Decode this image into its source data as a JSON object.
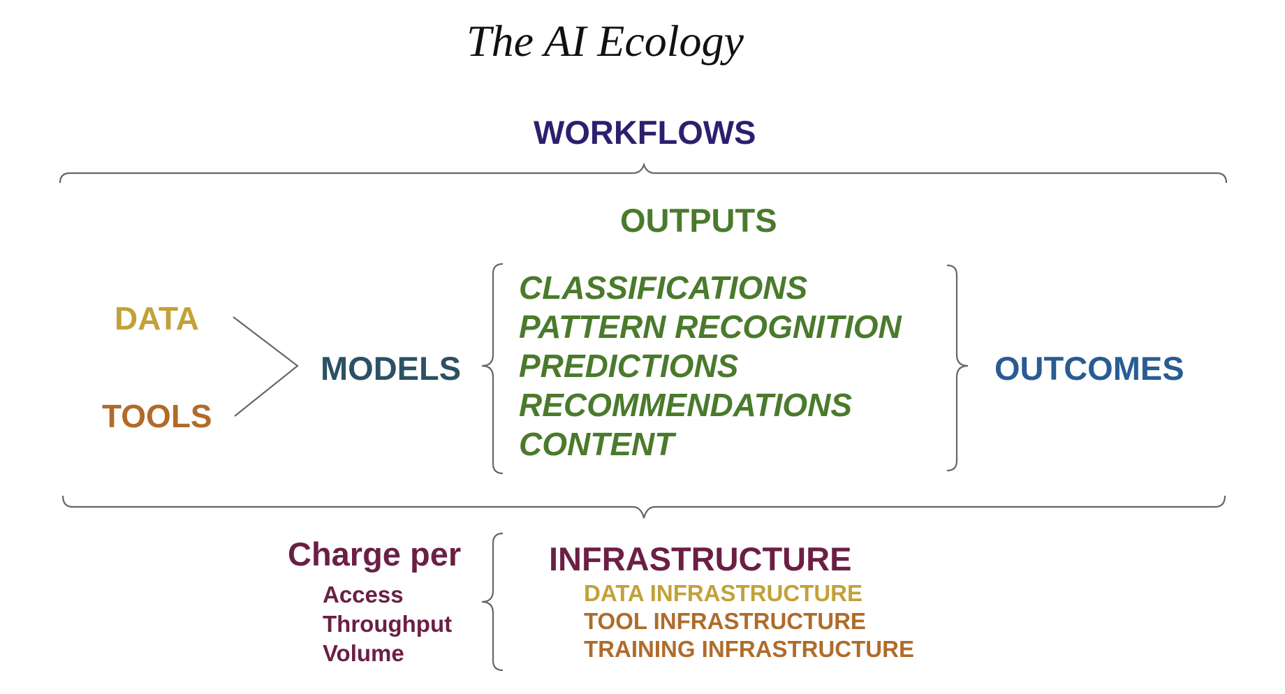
{
  "title": "The AI Ecology",
  "workflows": "WORKFLOWS",
  "outputs": {
    "heading": "OUTPUTS",
    "items": [
      "CLASSIFICATIONS",
      "PATTERN RECOGNITION",
      "PREDICTIONS",
      "RECOMMENDATIONS",
      "CONTENT"
    ]
  },
  "inputs": {
    "data": "DATA",
    "tools": "TOOLS"
  },
  "models": "MODELS",
  "outcomes": "OUTCOMES",
  "charge": {
    "heading": "Charge per",
    "items": [
      "Access",
      "Throughput",
      "Volume"
    ]
  },
  "infrastructure": {
    "heading": "INFRASTRUCTURE",
    "items": [
      "DATA INFRASTRUCTURE",
      "TOOL INFRASTRUCTURE",
      "TRAINING INFRASTRUCTURE"
    ]
  },
  "colors": {
    "workflows": "#2d1f6e",
    "outputs": "#4a7a2c",
    "data": "#c2a13a",
    "tools": "#b06b2a",
    "models": "#2b5163",
    "outcomes": "#285c93",
    "charge": "#6b1f45",
    "infra_data": "#c2a13a",
    "infra_tool": "#b06b2a",
    "infra_training": "#b06b2a",
    "lines": "#666666"
  }
}
